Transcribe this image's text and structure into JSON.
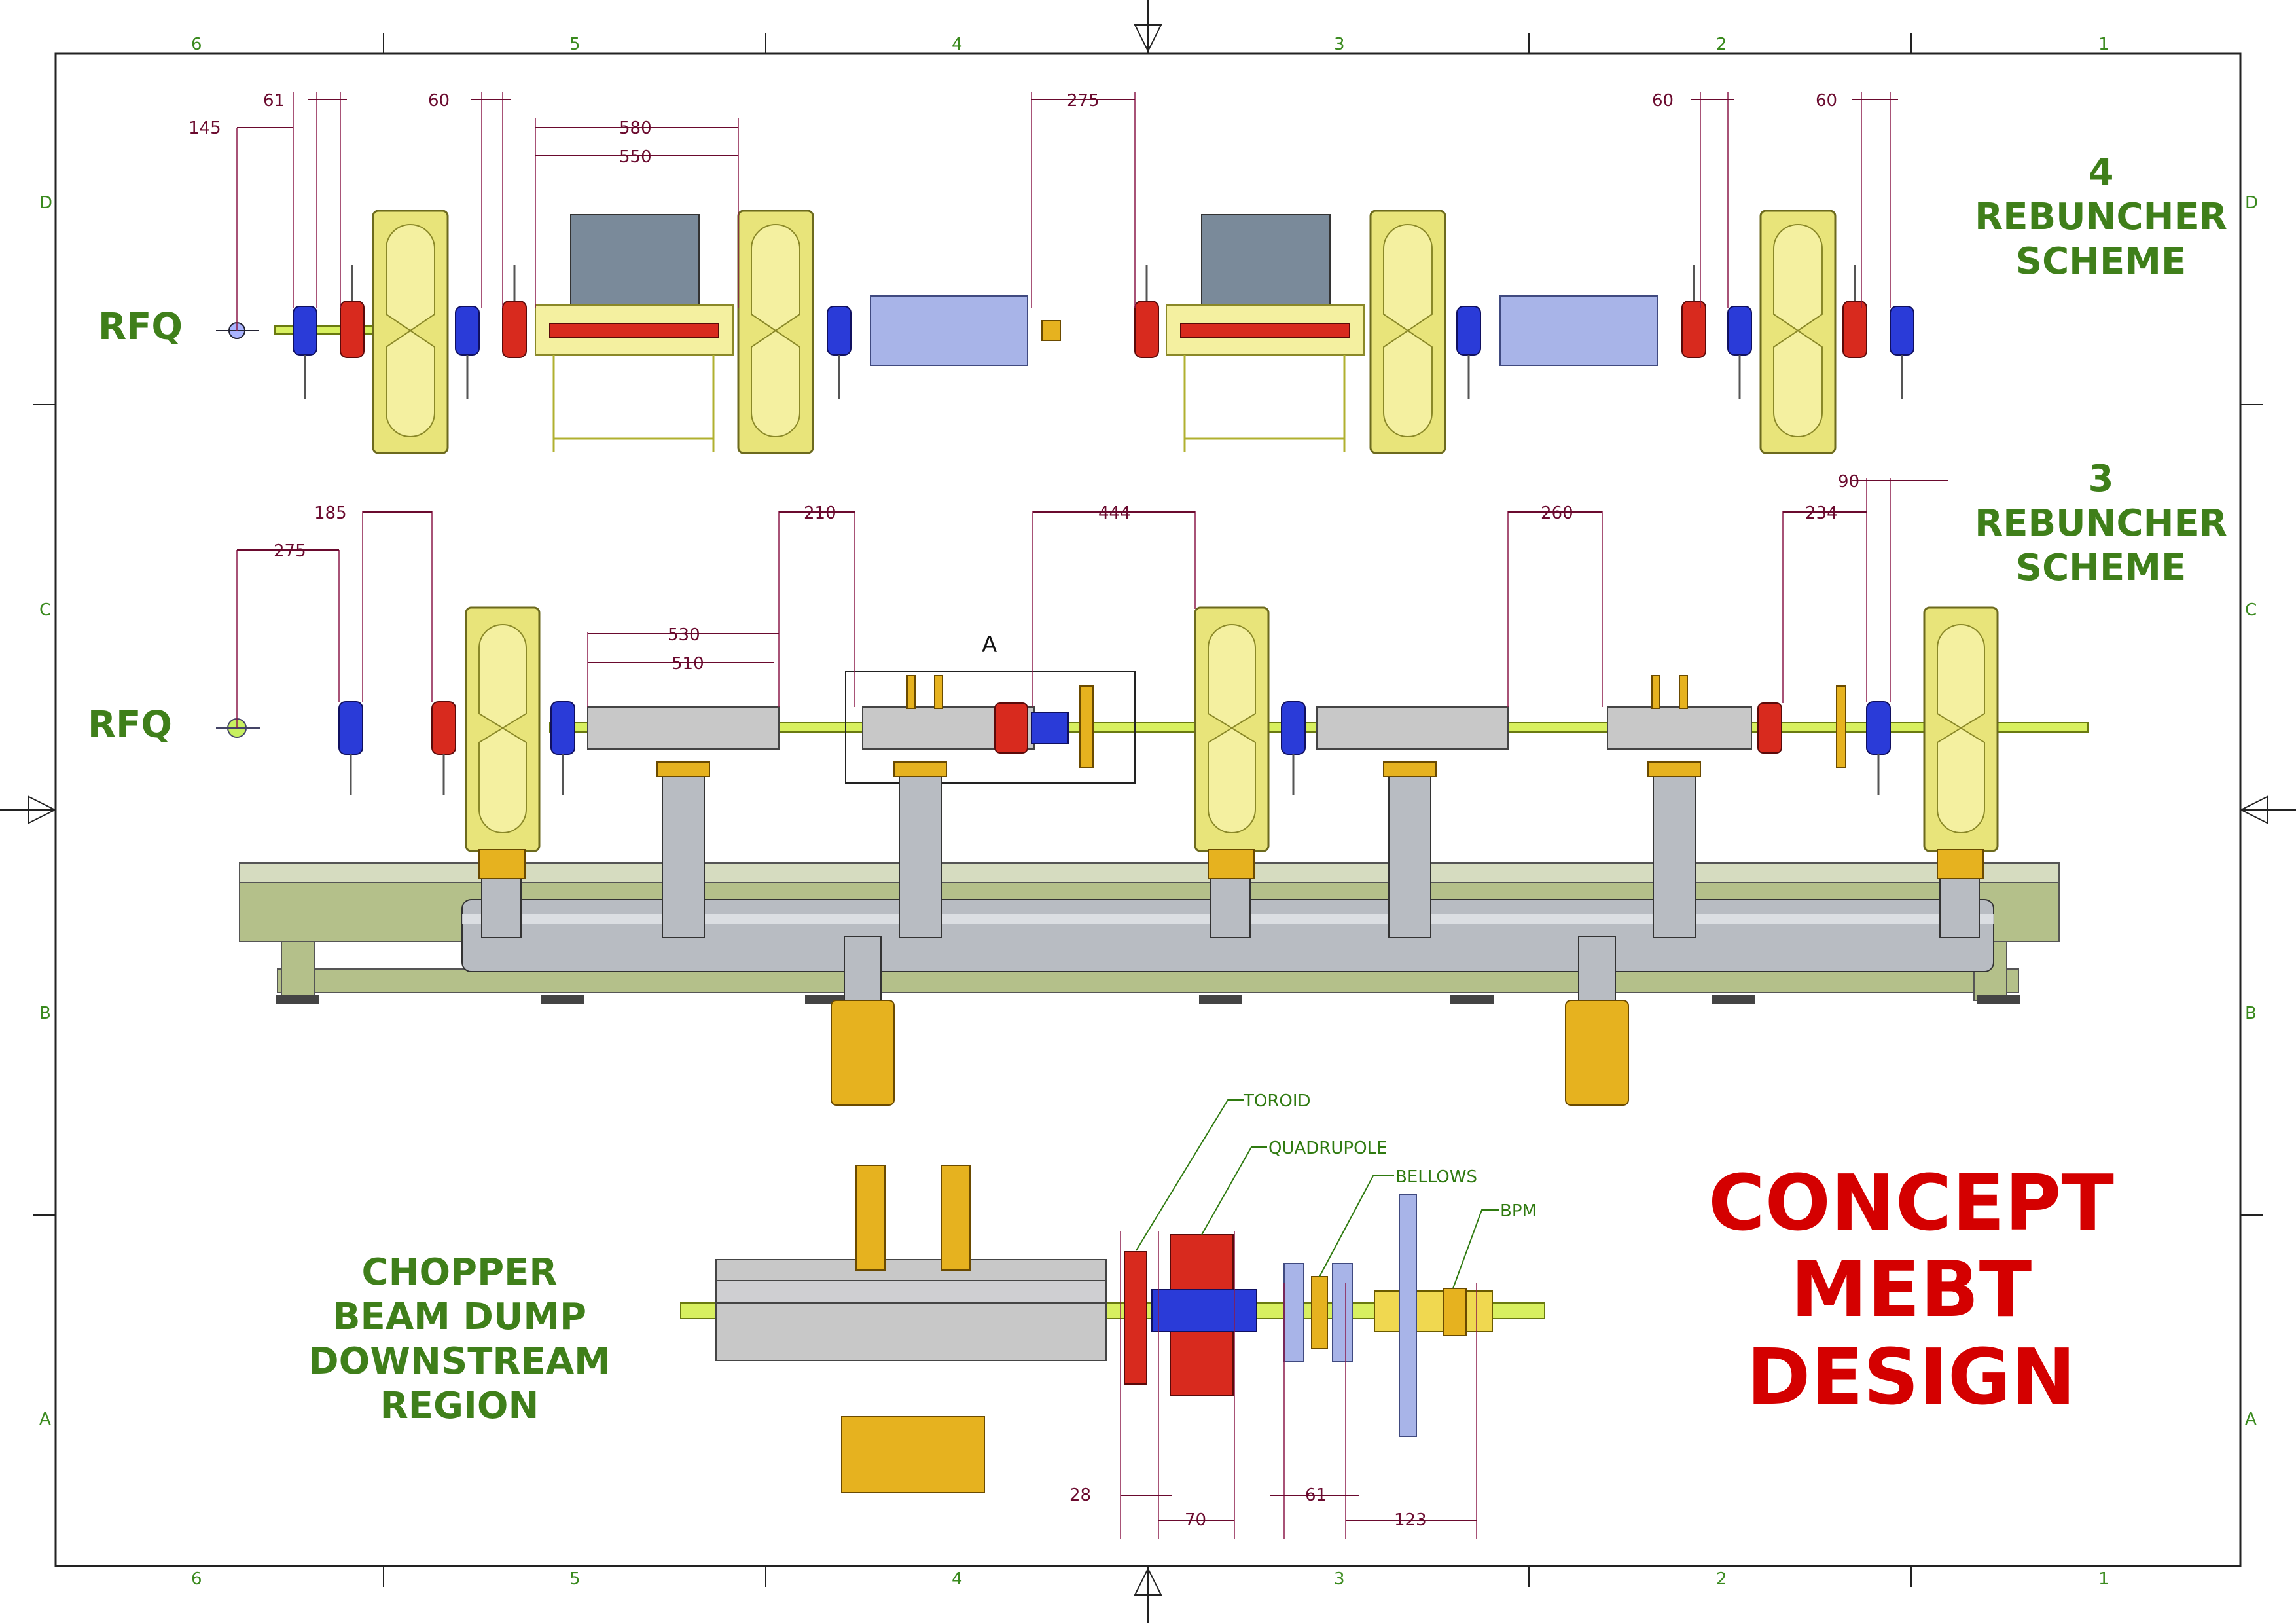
{
  "zones": {
    "top": [
      "6",
      "5",
      "4",
      "3",
      "2",
      "1"
    ],
    "bottom": [
      "6",
      "5",
      "4",
      "3",
      "2",
      "1"
    ],
    "left": [
      "D",
      "C",
      "B",
      "A"
    ],
    "right": [
      "D",
      "C",
      "B",
      "A"
    ]
  },
  "titles": {
    "scheme4": [
      "4",
      "REBUNCHER",
      "SCHEME"
    ],
    "scheme3": [
      "3",
      "REBUNCHER",
      "SCHEME"
    ],
    "rfq_top": "RFQ",
    "rfq_mid": "RFQ",
    "chopper": [
      "CHOPPER",
      "BEAM DUMP",
      "DOWNSTREAM",
      "REGION"
    ],
    "concept": [
      "CONCEPT",
      "MEBT",
      "DESIGN"
    ],
    "detail_label": "A"
  },
  "dimensions": {
    "top": [
      "145",
      "61",
      "60",
      "580",
      "550",
      "275",
      "60",
      "60"
    ],
    "middle": [
      "275",
      "185",
      "530",
      "510",
      "210",
      "444",
      "260",
      "234",
      "90"
    ],
    "detail": [
      "28",
      "70",
      "61",
      "123"
    ]
  },
  "callouts": [
    "TOROID",
    "QUADRUPOLE",
    "BELLOWS",
    "BPM"
  ],
  "colors": {
    "green_title": "#3f7f1a",
    "red_title": "#d40000",
    "dimension": "#6a0a2e",
    "cavity": "#e8e47a",
    "quad_blue": "#2a3bd8",
    "quad_red": "#d82a1e"
  }
}
